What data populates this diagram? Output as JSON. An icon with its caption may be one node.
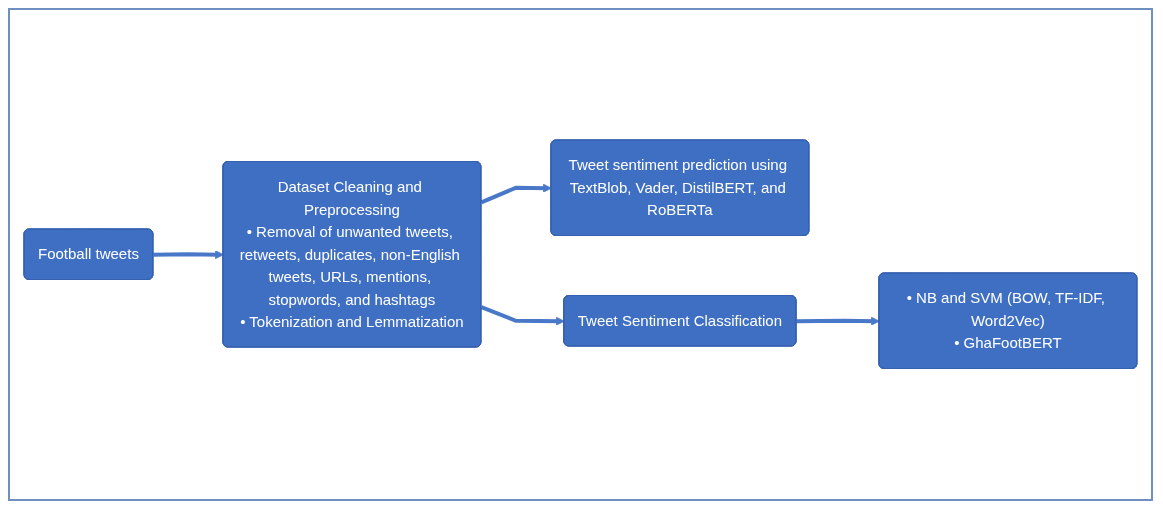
{
  "diagram": {
    "nodes": [
      {
        "text": [
          "Football tweets"
        ]
      },
      {
        "text": [
          "Dataset Cleaning and Preprocessing",
          "• Removal of unwanted tweets, retweets, duplicates, non-English tweets, URLs, mentions, stopwords, and hashtags",
          "• Tokenization and Lemmatization"
        ]
      },
      {
        "text": [
          "Tweet sentiment prediction using TextBlob, Vader, DistilBERT, and RoBERTa"
        ]
      },
      {
        "text": [
          "Tweet Sentiment Classification"
        ]
      },
      {
        "text": [
          "• NB and SVM (BOW, TF-IDF, Word2Vec)",
          "• GhaFootBERT"
        ]
      }
    ],
    "edges": [
      {
        "from": 0,
        "to": 1,
        "arrow": "to"
      },
      {
        "from": 1,
        "to": 2,
        "arrow": "to"
      },
      {
        "from": 1,
        "to": 3,
        "arrow": "to"
      },
      {
        "from": 3,
        "to": 4,
        "arrow": "to"
      }
    ]
  }
}
